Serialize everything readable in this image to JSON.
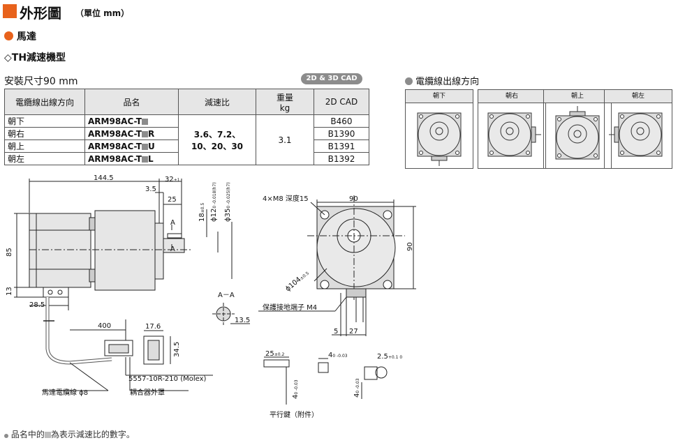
{
  "header": {
    "title": "外形圖",
    "unit": "（單位 mm）"
  },
  "sections": {
    "motor": "馬達",
    "gearhead": "◇TH減速機型"
  },
  "size_title": "安裝尺寸90 mm",
  "cad_badge": "2D & 3D CAD",
  "table": {
    "headers": {
      "direction": "電纜線出線方向",
      "model": "品名",
      "ratio": "減速比",
      "weight_line1": "重量",
      "weight_line2": "kg",
      "cad": "2D CAD"
    },
    "rows": [
      {
        "direction": "朝下",
        "model": "ARM98AC-T",
        "suffix": "",
        "cad": "B460"
      },
      {
        "direction": "朝右",
        "model": "ARM98AC-T",
        "suffix": "R",
        "cad": "B1390"
      },
      {
        "direction": "朝上",
        "model": "ARM98AC-T",
        "suffix": "U",
        "cad": "B1391"
      },
      {
        "direction": "朝左",
        "model": "ARM98AC-T",
        "suffix": "L",
        "cad": "B1392"
      }
    ],
    "ratio_line1": "3.6、7.2、",
    "ratio_line2": "10、20、30",
    "weight": "3.1"
  },
  "cable_direction": {
    "title": "電纜線出線方向",
    "views": [
      "朝下",
      "朝右",
      "朝上",
      "朝左"
    ]
  },
  "dims": {
    "d144_5": "144.5",
    "d32": "32",
    "d32_tol": "±1",
    "d3_5": "3.5",
    "d25": "25",
    "d18": "18",
    "d18_tol": "±0.5",
    "phi12": "ϕ12",
    "phi12_tol": "0\n-0.018(h7)",
    "phi35": "ϕ35",
    "phi35_tol": "0\n-0.025(h7)",
    "d85": "85",
    "d13": "13",
    "d28_5": "28.5",
    "d400": "400",
    "d17_6": "17.6",
    "d34_5": "34.5",
    "section_a": "A",
    "section_aa": "A－A",
    "d13_5": "13.5",
    "m8": "4×M8 深度15",
    "d90_top": "90",
    "d90_side": "90",
    "phi104": "ϕ104",
    "phi104_tol": "±0.5",
    "ground": "保護接地端子 M4",
    "d5": "5",
    "d27": "27",
    "key_25": "25",
    "key_25_tol": "±0.2",
    "key_4a": "4",
    "key_4a_tol": "0\n-0.03",
    "key_4b": "4",
    "key_4b_tol": "0\n-0.03",
    "key_4c": "4",
    "key_4c_tol": "0\n-0.03",
    "key_2_5": "2.5",
    "key_2_5_tol": "+0.1\n0",
    "connector": "5557-10R-210 (Molex)",
    "motor_cable": "馬達電纜線 ϕ8",
    "coupler_cover": "耦合器外罩",
    "parallel_key": "平行鍵（附件）"
  },
  "note": "品名中的",
  "note_tail": "為表示減速比的數字。"
}
